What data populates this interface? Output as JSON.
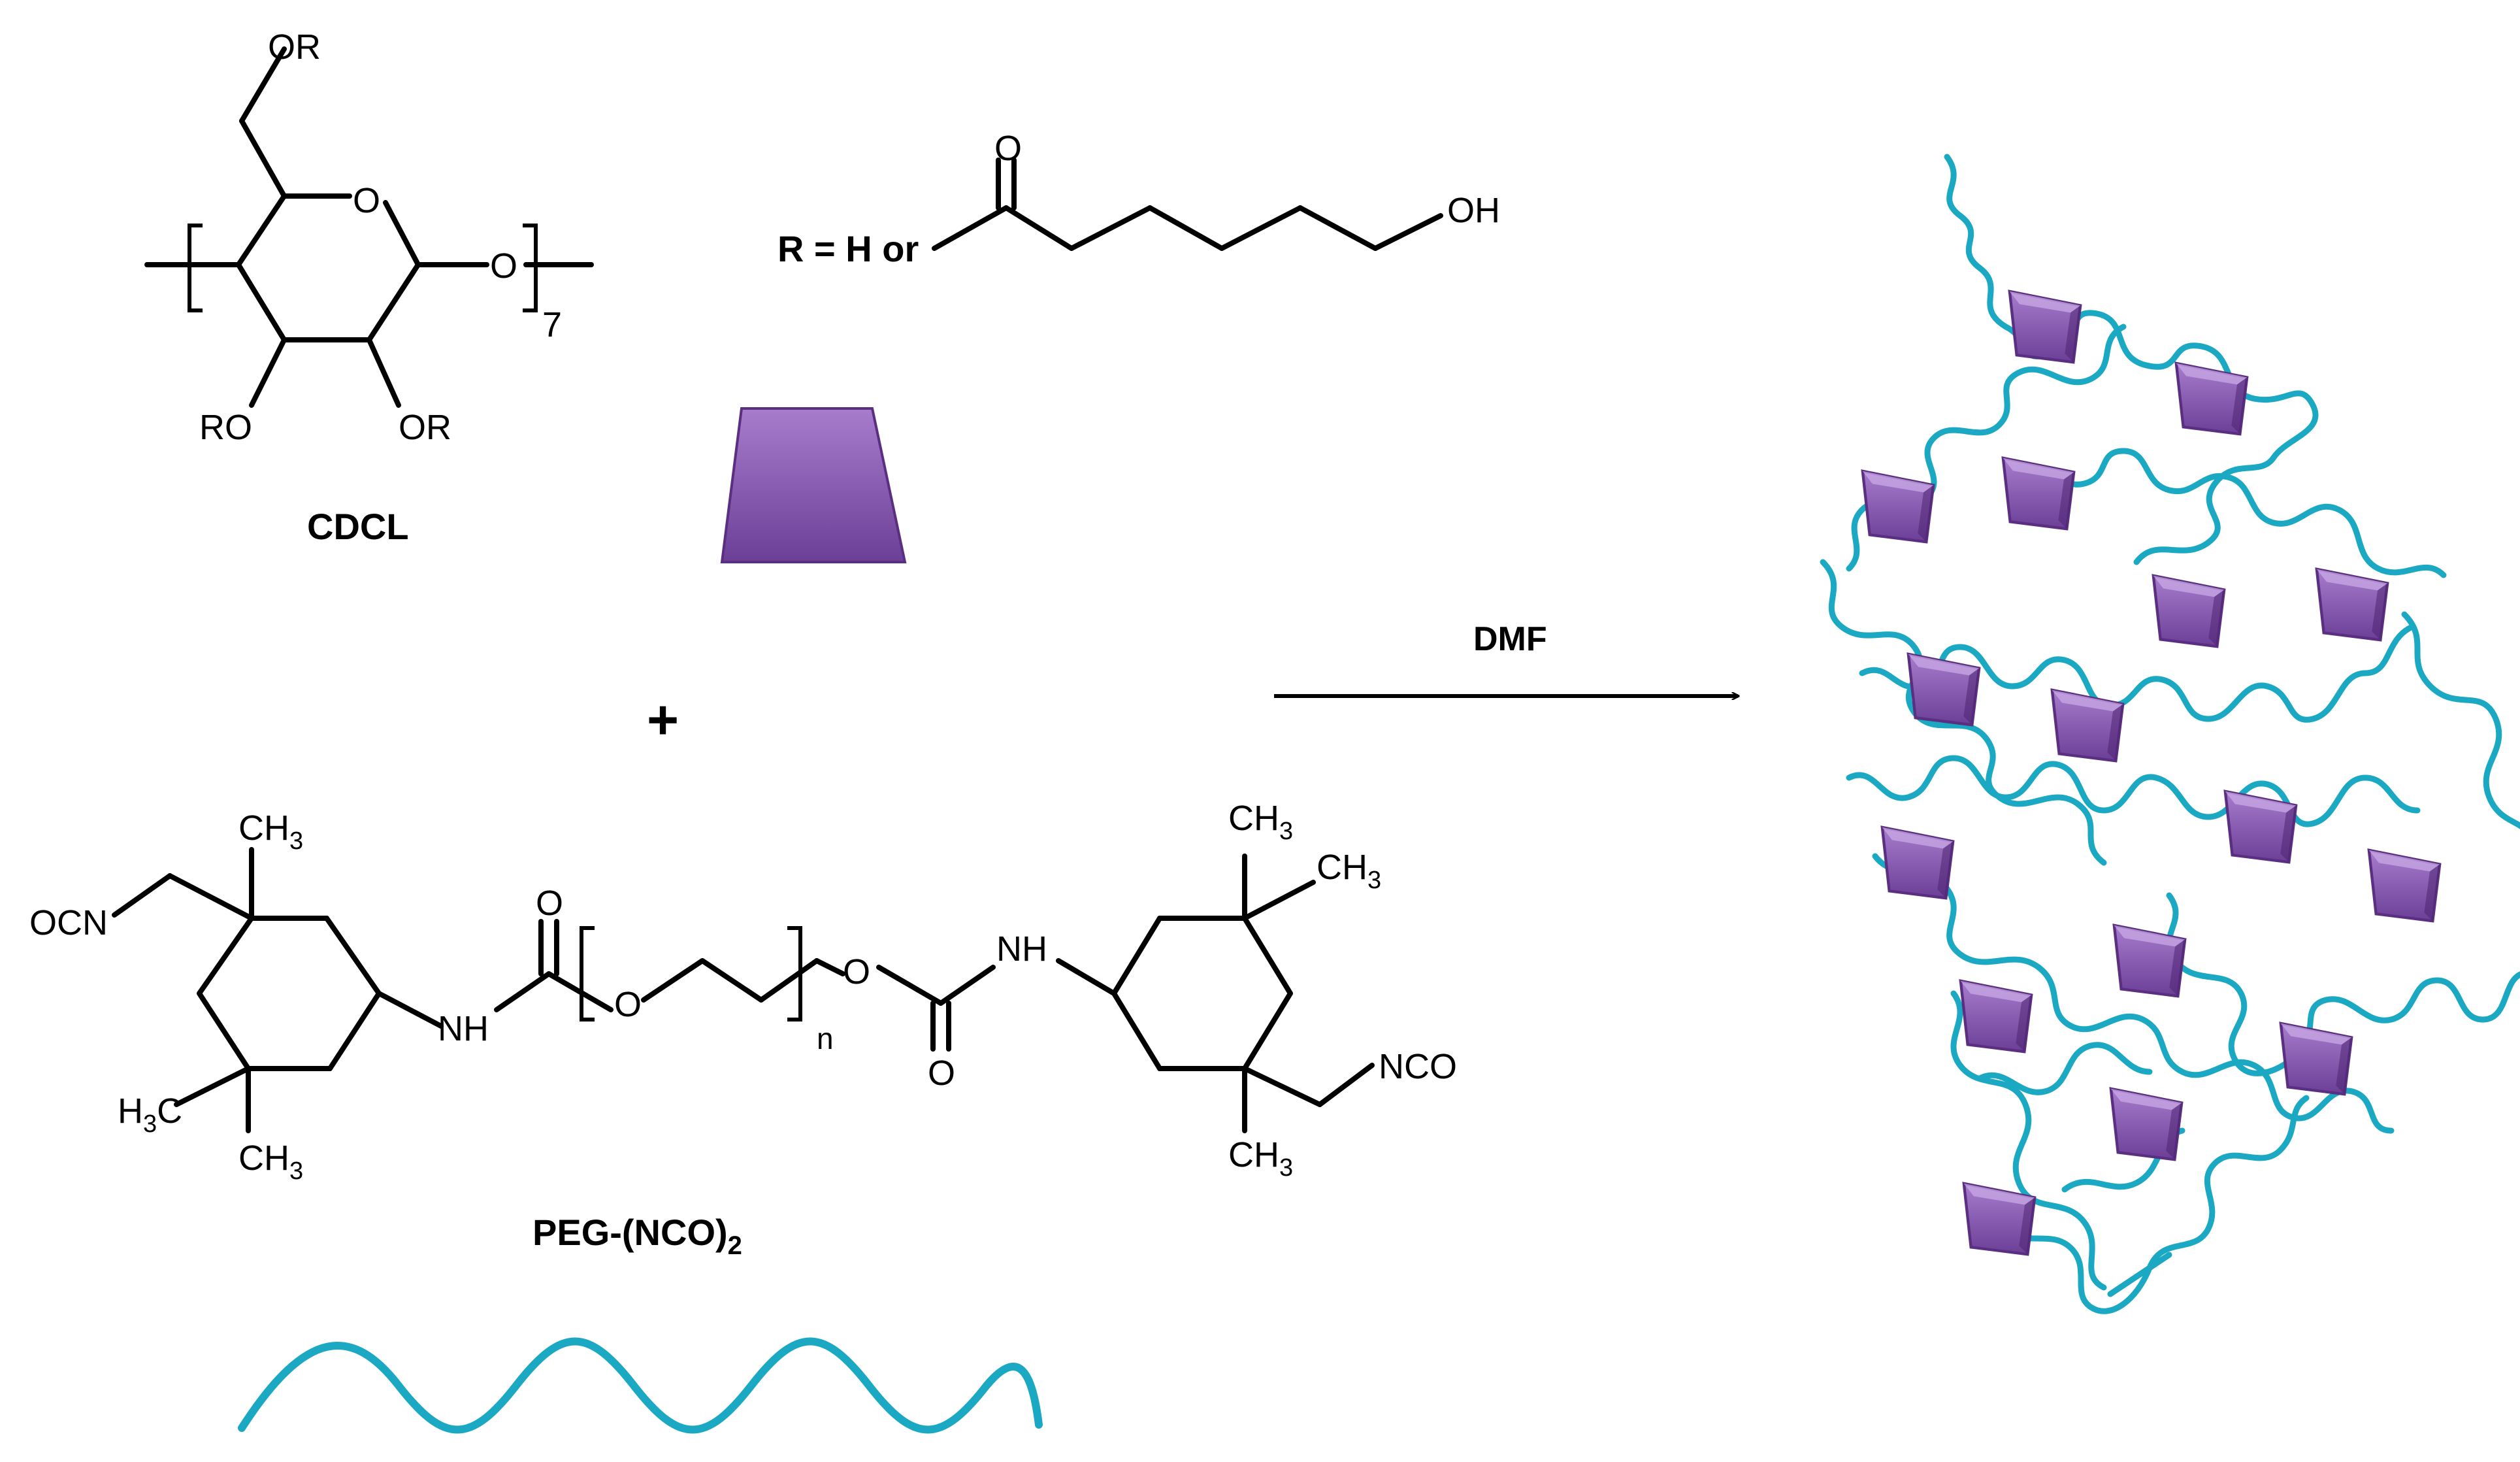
{
  "colors": {
    "peg_chain": "#1ba8c2",
    "cyclodextrin_fill_top": "#a77ccd",
    "cyclodextrin_fill_bottom": "#6b3f96",
    "cyclodextrin_stroke": "#5a2f82",
    "ink": "#000000"
  },
  "cdcl": {
    "name": "CDCL",
    "labels": {
      "or_top": "OR",
      "ring_o": "O",
      "glyco_o": "O",
      "ro_left": "RO",
      "or_right": "OR",
      "repeat": "7"
    }
  },
  "r_group": {
    "prefix": "R = H or",
    "carbonyl_o": "O",
    "terminal": "OH"
  },
  "plus_sign": "+",
  "arrow": {
    "label": "DMF"
  },
  "peg_nco": {
    "name_main": "PEG-(NCO)",
    "name_sub": "2",
    "labels": {
      "ocn": "OCN",
      "nco": "NCO",
      "nh_left": "NH",
      "nh_right": "NH",
      "carbonyl_o_left": "O",
      "carbonyl_o_right": "O",
      "ether_o_left": "O",
      "ester_o_right": "O",
      "repeat": "n",
      "ch3": "CH",
      "ch3_sub": "3",
      "h3c": "H",
      "h3c_sub": "3",
      "h3c_c": "C"
    }
  }
}
